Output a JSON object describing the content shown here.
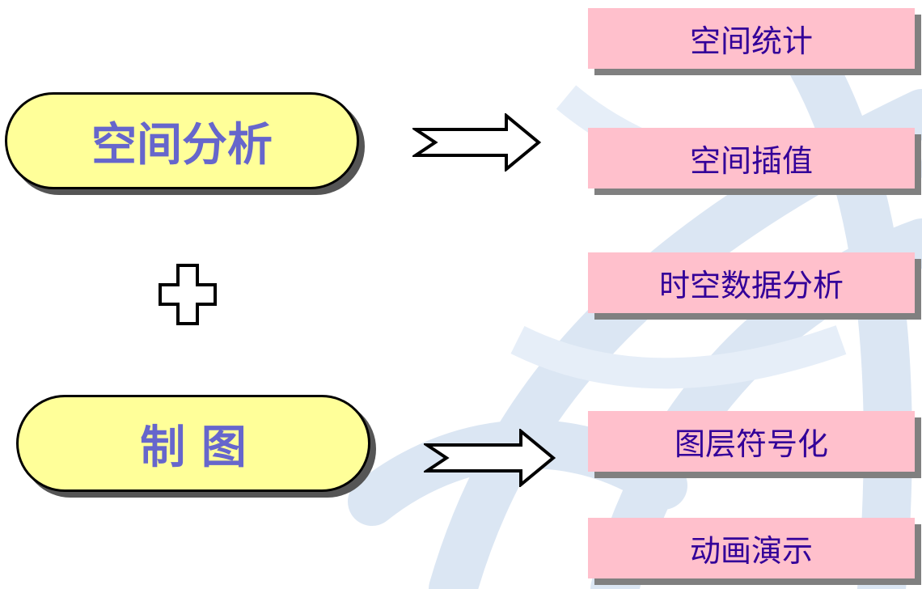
{
  "left": {
    "top_pill": {
      "label": "空间分析"
    },
    "bottom_pill": {
      "label": "制 图"
    }
  },
  "connectors": {
    "plus_icon": "plus-icon",
    "arrow_icon": "right-arrow-icon"
  },
  "right": {
    "items": [
      {
        "label": "空间统计"
      },
      {
        "label": "空间插值"
      },
      {
        "label": "时空数据分析"
      },
      {
        "label": "图层符号化"
      },
      {
        "label": "动画演示"
      }
    ]
  },
  "colors": {
    "pill_fill": "#ffff99",
    "pill_text": "#6666cc",
    "box_fill": "#ffc0cc",
    "box_text": "#330099",
    "shadow": "#808080",
    "watermark": "#c8d8ec"
  }
}
